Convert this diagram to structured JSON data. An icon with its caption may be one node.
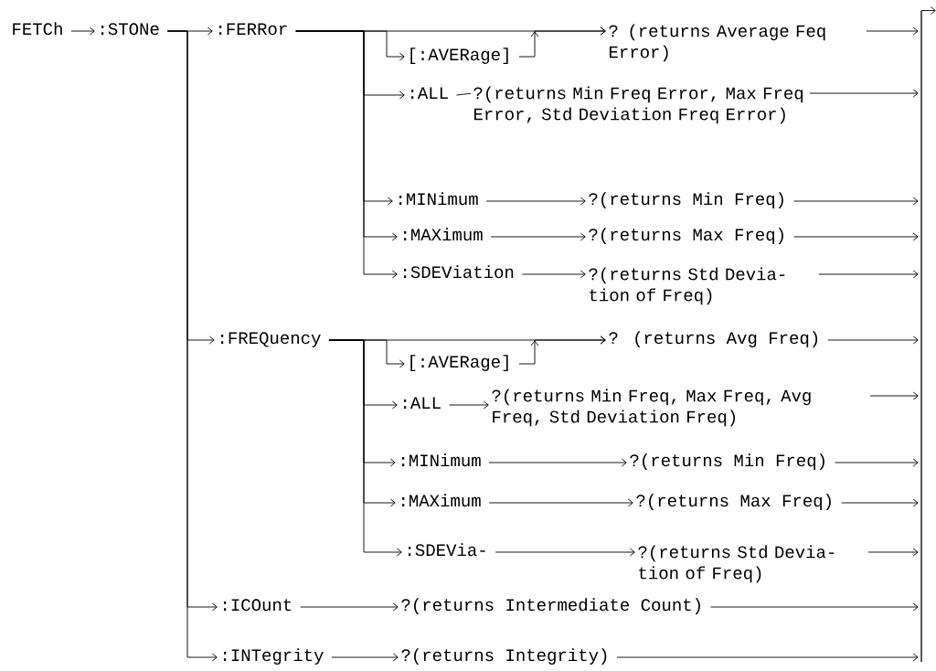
{
  "diagram": {
    "nodes": [
      {
        "text": [
          "FETCh"
        ]
      },
      {
        "text": [
          ":STONe"
        ]
      },
      {
        "text": [
          ":FERRor"
        ]
      },
      {
        "text": [
          "[:AVERage]"
        ]
      },
      {
        "text": [
          "? (returns Average Feq Error)"
        ]
      },
      {
        "text": [
          ":ALL"
        ]
      },
      {
        "text": [
          "?(returns Min Freq Error, Max Freq Error, Std Deviation Freq Error)"
        ]
      },
      {
        "text": [
          ":MINimum"
        ]
      },
      {
        "text": [
          "?(returns Min Freq)"
        ]
      },
      {
        "text": [
          ":MAXimum"
        ]
      },
      {
        "text": [
          "?(returns Max Freq)"
        ]
      },
      {
        "text": [
          ":SDEViation"
        ]
      },
      {
        "text": [
          "?(returns Std Devia- tion of Freq)"
        ]
      },
      {
        "text": [
          ":FREQuency"
        ]
      },
      {
        "text": [
          "[:AVERage]"
        ]
      },
      {
        "text": [
          "? (returns Avg Freq)"
        ]
      },
      {
        "text": [
          ":ALL"
        ]
      },
      {
        "text": [
          "?(returns Min Freq, Max Freq, Avg Freq, Std Deviation Freq)"
        ]
      },
      {
        "text": [
          ":MINimum"
        ]
      },
      {
        "text": [
          "?(returns Min Freq)"
        ]
      },
      {
        "text": [
          ":MAXimum"
        ]
      },
      {
        "text": [
          "?(returns Max Freq)"
        ]
      },
      {
        "text": [
          ":SDEVia-"
        ]
      },
      {
        "text": [
          "?(returns Std Devia- tion of Freq)"
        ]
      },
      {
        "text": [
          ":ICOunt"
        ]
      },
      {
        "text": [
          "?(returns Intermediate Count)"
        ]
      },
      {
        "text": [
          ":INTegrity"
        ]
      },
      {
        "text": [
          "?(returns Integrity)"
        ]
      },
      {
        "text": [],
        "shape": "bar"
      }
    ],
    "edges": [
      {
        "from": 0,
        "to": 1,
        "arrow": "to"
      },
      {
        "from": 1,
        "to": 2,
        "arrow": "to"
      },
      {
        "from": 1,
        "to": 13,
        "arrow": "to"
      },
      {
        "from": 1,
        "to": 24,
        "arrow": "to"
      },
      {
        "from": 1,
        "to": 26,
        "arrow": "to"
      },
      {
        "from": 2,
        "to": 4,
        "arrow": "to"
      },
      {
        "from": 2,
        "to": 3,
        "arrow": "to"
      },
      {
        "from": 3,
        "to": 4,
        "arrow": "to"
      },
      {
        "from": 2,
        "to": 5,
        "arrow": "to"
      },
      {
        "from": 5,
        "to": 6,
        "arrow": "none"
      },
      {
        "from": 2,
        "to": 7,
        "arrow": "to"
      },
      {
        "from": 7,
        "to": 8,
        "arrow": "to"
      },
      {
        "from": 2,
        "to": 9,
        "arrow": "to"
      },
      {
        "from": 9,
        "to": 10,
        "arrow": "to"
      },
      {
        "from": 2,
        "to": 11,
        "arrow": "to"
      },
      {
        "from": 11,
        "to": 12,
        "arrow": "to"
      },
      {
        "from": 13,
        "to": 15,
        "arrow": "to"
      },
      {
        "from": 13,
        "to": 14,
        "arrow": "to"
      },
      {
        "from": 14,
        "to": 15,
        "arrow": "to"
      },
      {
        "from": 13,
        "to": 16,
        "arrow": "to"
      },
      {
        "from": 16,
        "to": 17,
        "arrow": "to"
      },
      {
        "from": 13,
        "to": 18,
        "arrow": "to"
      },
      {
        "from": 18,
        "to": 19,
        "arrow": "to"
      },
      {
        "from": 13,
        "to": 20,
        "arrow": "to"
      },
      {
        "from": 20,
        "to": 21,
        "arrow": "to"
      },
      {
        "from": 13,
        "to": 22,
        "arrow": "to"
      },
      {
        "from": 22,
        "to": 23,
        "arrow": "to"
      },
      {
        "from": 24,
        "to": 25,
        "arrow": "to"
      },
      {
        "from": 26,
        "to": 27,
        "arrow": "to"
      },
      {
        "from": 4,
        "to": 28,
        "arrow": "to"
      },
      {
        "from": 6,
        "to": 28,
        "arrow": "to"
      },
      {
        "from": 8,
        "to": 28,
        "arrow": "to"
      },
      {
        "from": 10,
        "to": 28,
        "arrow": "to"
      },
      {
        "from": 12,
        "to": 28,
        "arrow": "to"
      },
      {
        "from": 15,
        "to": 28,
        "arrow": "to"
      },
      {
        "from": 17,
        "to": 28,
        "arrow": "to"
      },
      {
        "from": 19,
        "to": 28,
        "arrow": "to"
      },
      {
        "from": 21,
        "to": 28,
        "arrow": "to"
      },
      {
        "from": 23,
        "to": 28,
        "arrow": "to"
      },
      {
        "from": 25,
        "to": 28,
        "arrow": "to"
      },
      {
        "from": 27,
        "to": 28,
        "arrow": "to"
      },
      {
        "from": 28,
        "to": null,
        "arrow": "to"
      }
    ]
  }
}
